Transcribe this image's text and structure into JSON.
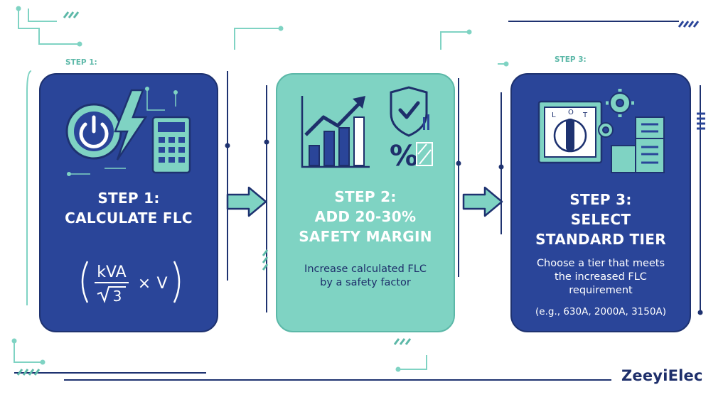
{
  "brand": "ZeeyiElec",
  "steps": [
    {
      "tag": "STEP 1:",
      "title_lines": [
        "STEP 1:",
        "CALCULATE FLC"
      ],
      "formula": {
        "numerator": "kVA",
        "denominator": "3",
        "operator": "×",
        "multiplier": "V"
      },
      "icons": [
        "power-icon",
        "lightning-icon",
        "calculator-icon"
      ]
    },
    {
      "title_lines": [
        "STEP 2:",
        "ADD 20-30%",
        "SAFETY MARGIN"
      ],
      "description_lines": [
        "Increase calculated FLC",
        "by a safety factor"
      ],
      "icons": [
        "growth-chart-icon",
        "shield-check-icon",
        "percent-icon"
      ]
    },
    {
      "tag": "STEP 3:",
      "title_lines": [
        "STEP 3:",
        "SELECT",
        "STANDARD TIER"
      ],
      "description_lines": [
        "Choose a tier that meets",
        "the increased FLC",
        "requirement"
      ],
      "examples": "(e.g., 630A, 2000A, 3150A)",
      "switch_labels": [
        "L",
        "O",
        "T"
      ],
      "icons": [
        "rotary-switch-icon",
        "gear-icon",
        "stacked-tiers-icon"
      ]
    }
  ],
  "colors": {
    "navy": "#2a4599",
    "teal": "#7fd3c3",
    "dark_text": "#1e2f6b",
    "accent_teal": "#5cb8a8"
  }
}
